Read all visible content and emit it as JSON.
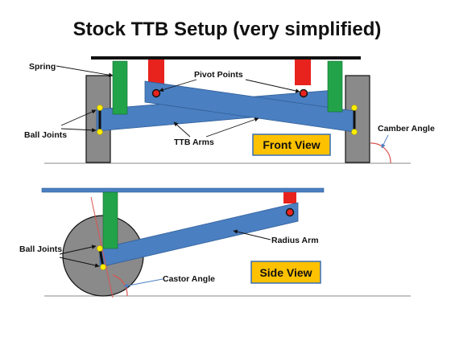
{
  "title": "Stock TTB Setup (very simplified)",
  "front": {
    "spring_label": "Spring",
    "pivot_label": "Pivot Points",
    "ball_joints_label": "Ball Joints",
    "ttb_arms_label": "TTB Arms",
    "camber_label": "Camber Angle",
    "view_label": "Front View"
  },
  "side": {
    "ball_joints_label": "Ball Joints",
    "radius_arm_label": "Radius Arm",
    "castor_label": "Castor Angle",
    "view_label": "Side View"
  },
  "colors": {
    "spring": "#22a34a",
    "pivot_mount": "#e8231e",
    "arm": "#4a7fc1",
    "arm_edge": "#2f5e97",
    "wheel": "#8a8a8a",
    "ball_joint": "#ffee00",
    "label_box": "#fec100",
    "label_box_border": "#3a6fb5",
    "castor_line": "#d9534f"
  }
}
